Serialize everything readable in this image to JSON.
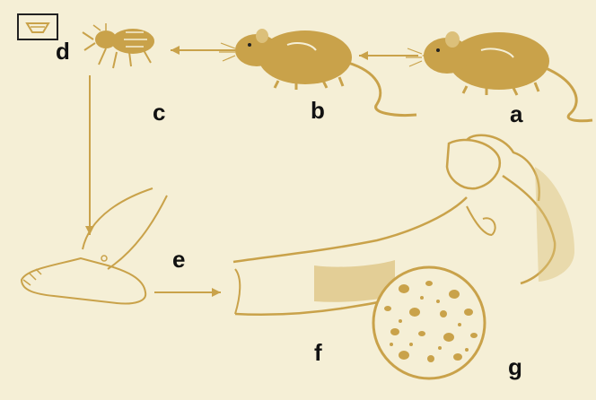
{
  "labels": {
    "a": "a",
    "b": "b",
    "c": "c",
    "d": "d",
    "e": "e",
    "f": "f",
    "g": "g"
  },
  "colors": {
    "background": "#f5efd6",
    "illustration": "#c9a24a",
    "illustration_light": "#dcc07a",
    "label": "#111111"
  }
}
